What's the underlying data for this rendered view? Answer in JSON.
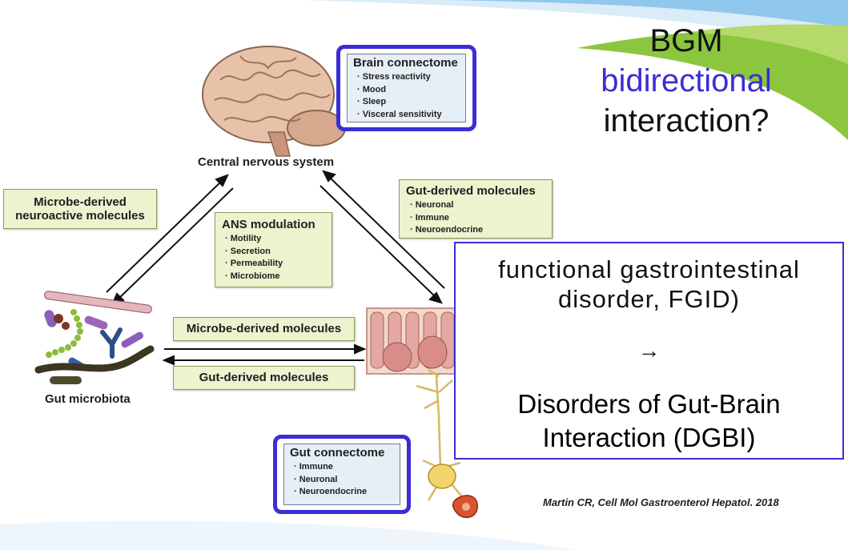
{
  "title": {
    "line1": "BGM",
    "line2": "bidirectional",
    "line3": "interaction?"
  },
  "brain_connectome": {
    "title": "Brain connectome",
    "items": [
      "Stress reactivity",
      "Mood",
      "Sleep",
      "Visceral sensitivity"
    ]
  },
  "cns_label": "Central nervous system",
  "microbe_neuroactive": {
    "line1": "Microbe-derived",
    "line2": "neuroactive molecules"
  },
  "gut_derived_top": {
    "title": "Gut-derived molecules",
    "items": [
      "Neuronal",
      "Immune",
      "Neuroendocrine"
    ]
  },
  "ans_modulation": {
    "title": "ANS modulation",
    "items": [
      "Motility",
      "Secretion",
      "Permeability",
      "Microbiome"
    ]
  },
  "microbe_derived": "Microbe-derived molecules",
  "gut_derived_bottom": "Gut-derived molecules",
  "gut_microbiota_label": "Gut microbiota",
  "gut_connectome": {
    "title": "Gut connectome",
    "items": [
      "Immune",
      "Neuronal",
      "Neuroendocrine"
    ]
  },
  "fgid": {
    "line1a": "functional gastrointestinal",
    "line1b": "disorder, FGID)",
    "arrow": "→",
    "line2a": "Disorders of Gut-Brain",
    "line2b": "Interaction (DGBI)"
  },
  "citation": "Martin CR, Cell Mol Gastroenterol Hepatol. 2018",
  "colors": {
    "accent_blue": "#3a2ed6",
    "green_box": "#eef2cf",
    "connectome_fill": "#e6eff6",
    "deco_green": "#8cc63f",
    "deco_blue": "#4aa3df"
  }
}
